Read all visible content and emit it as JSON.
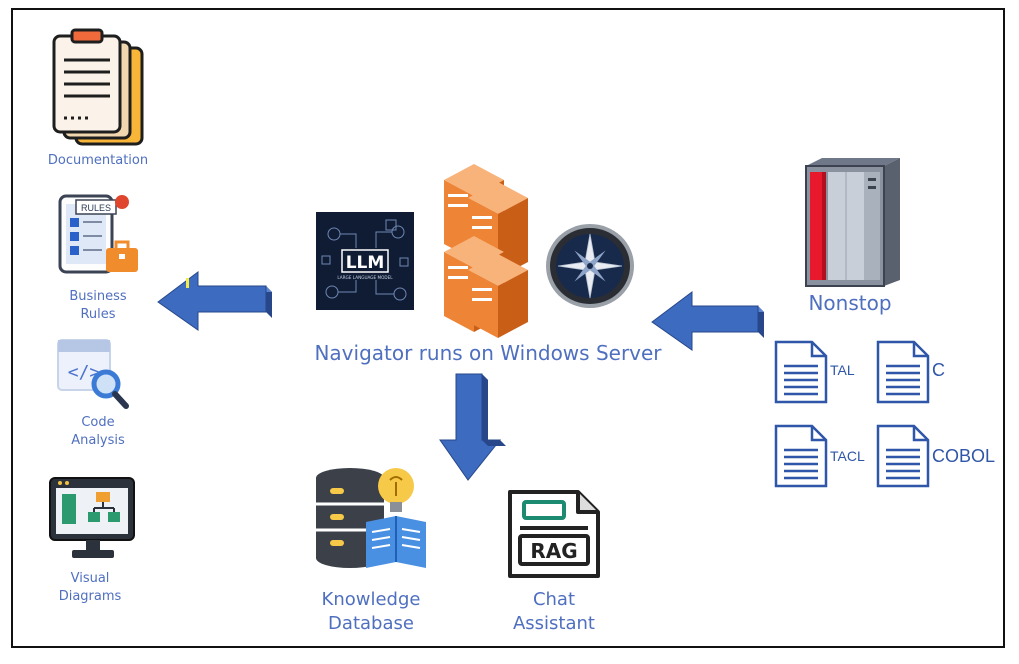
{
  "left_panel": {
    "documentation": "Documentation",
    "business_rules": [
      "Business",
      "Rules"
    ],
    "code_analysis": [
      "Code",
      "Analysis"
    ],
    "visual_diagrams": [
      "Visual",
      "Diagrams"
    ]
  },
  "icons": {
    "rules_tag": "RULES",
    "llm_text": "LLM",
    "llm_subtext": "LARGE LANGUAGE MODEL",
    "rag_text": "RAG"
  },
  "center": {
    "title": "Navigator runs on Windows Server"
  },
  "bottom": {
    "knowledge_database": [
      "Knowledge",
      "Database"
    ],
    "chat_assistant": [
      "Chat",
      "Assistant"
    ]
  },
  "right": {
    "nonstop": "Nonstop",
    "files": [
      "TAL",
      "C",
      "TACL",
      "COBOL"
    ]
  },
  "colors": {
    "label_blue": "#4f6fbf",
    "arrow_blue": "#3d6bc0",
    "arrow_dark": "#27478a",
    "server_orange": "#ee8436",
    "frame": "#111111"
  }
}
